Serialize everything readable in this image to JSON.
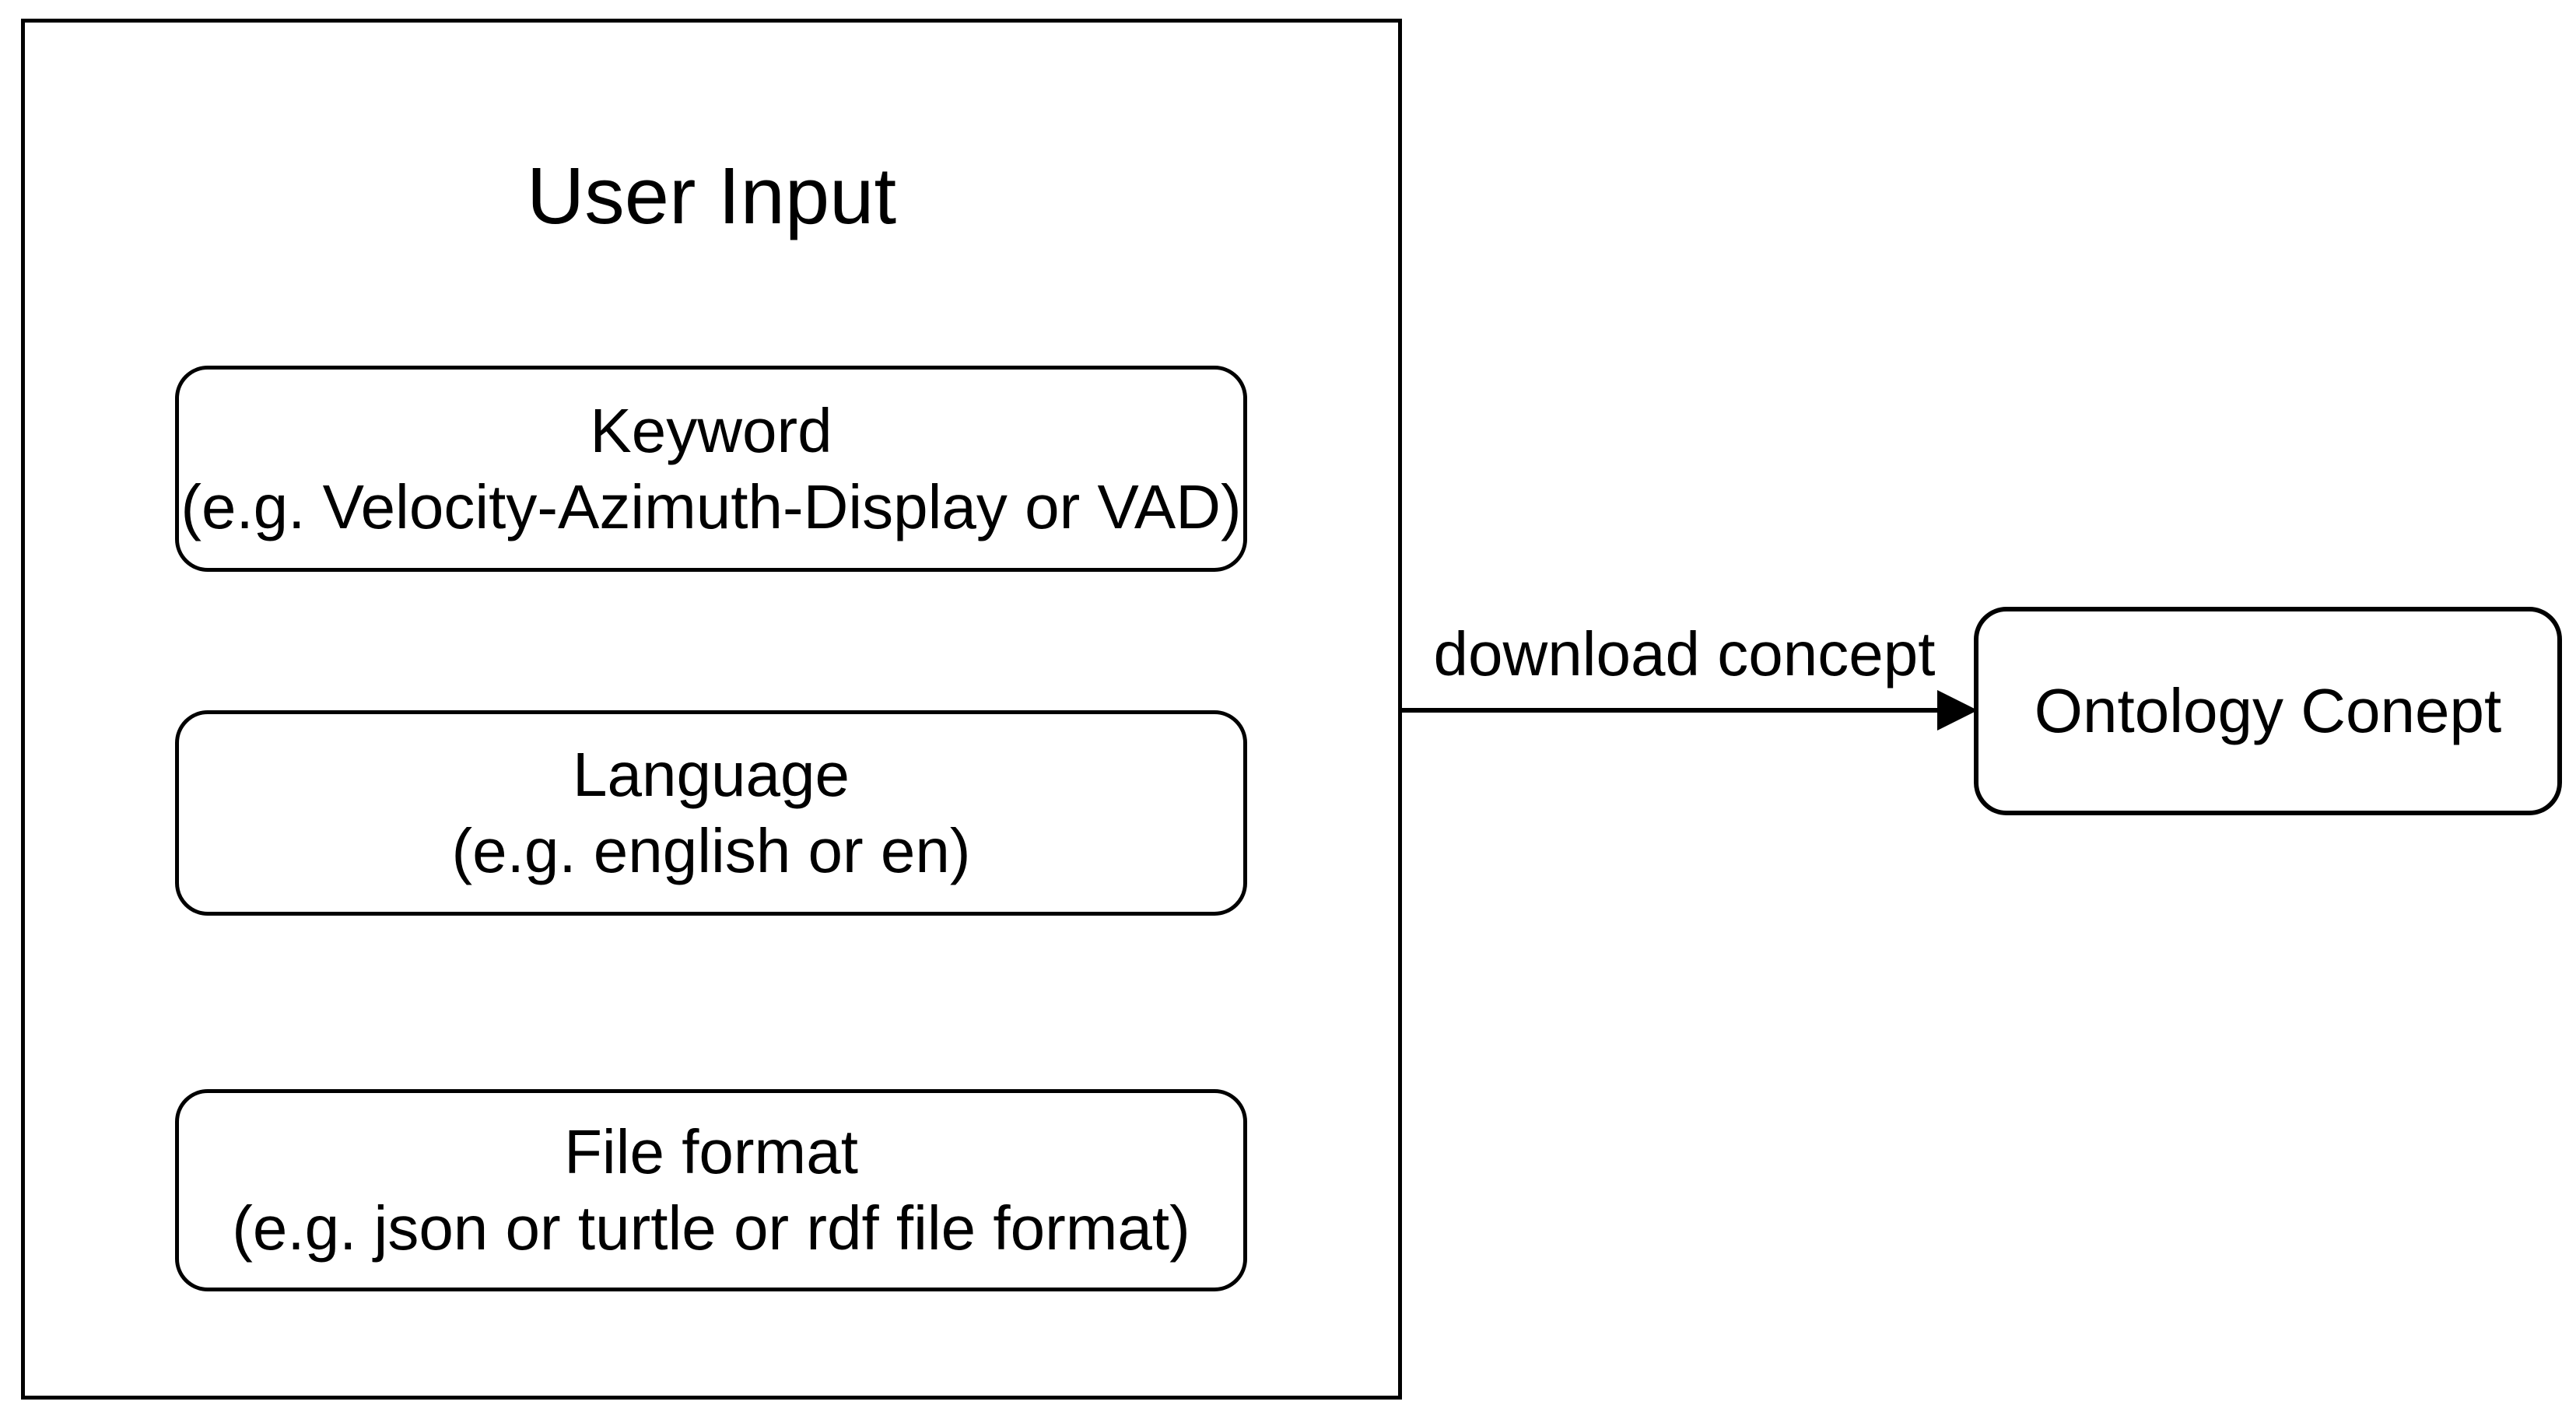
{
  "diagram": {
    "background_color": "#ffffff",
    "stroke_color": "#000000",
    "user_input_group": {
      "title": "User Input",
      "boxes": [
        {
          "id": "keyword",
          "line1": "Keyword",
          "line2": "(e.g. Velocity-Azimuth-Display or VAD)"
        },
        {
          "id": "language",
          "line1": "Language",
          "line2": "(e.g. english or en)"
        },
        {
          "id": "file-format",
          "line1": "File format",
          "line2": "(e.g. json or turtle or rdf file format)"
        }
      ]
    },
    "arrow": {
      "label": "download concept",
      "direction": "left-to-right"
    },
    "ontology_node": {
      "label": "Ontology Conept"
    }
  }
}
